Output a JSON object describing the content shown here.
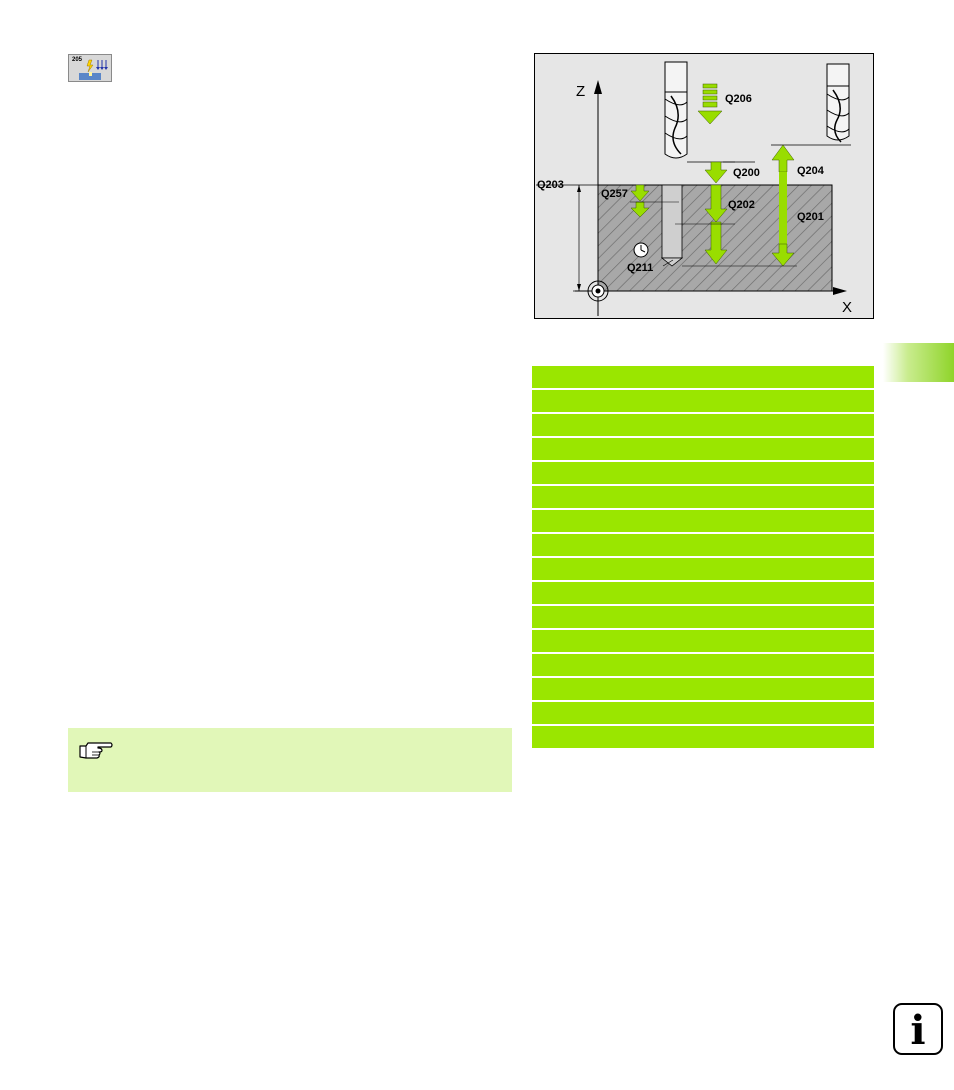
{
  "cycle_icon": {
    "number": "205",
    "icon": "universal-pecking-cycle-icon"
  },
  "figure": {
    "axis_z": "Z",
    "axis_x": "X",
    "labels": {
      "q206": "Q206",
      "q200": "Q200",
      "q204": "Q204",
      "q203": "Q203",
      "q257": "Q257",
      "q202": "Q202",
      "q201": "Q201",
      "q211": "Q211"
    },
    "colors": {
      "arrow": "#99dd00",
      "workpiece": "#a8a8a8",
      "background": "#e6e6e6"
    }
  },
  "side_tab": {
    "color": "#8fd42a"
  },
  "parameter_rows": [
    "",
    "",
    "",
    "",
    "",
    "",
    "",
    "",
    "",
    "",
    "",
    "",
    "",
    "",
    "",
    ""
  ],
  "note": {
    "icon": "pointing-hand-icon"
  },
  "info_button": {
    "glyph": "i",
    "icon": "info-icon"
  }
}
